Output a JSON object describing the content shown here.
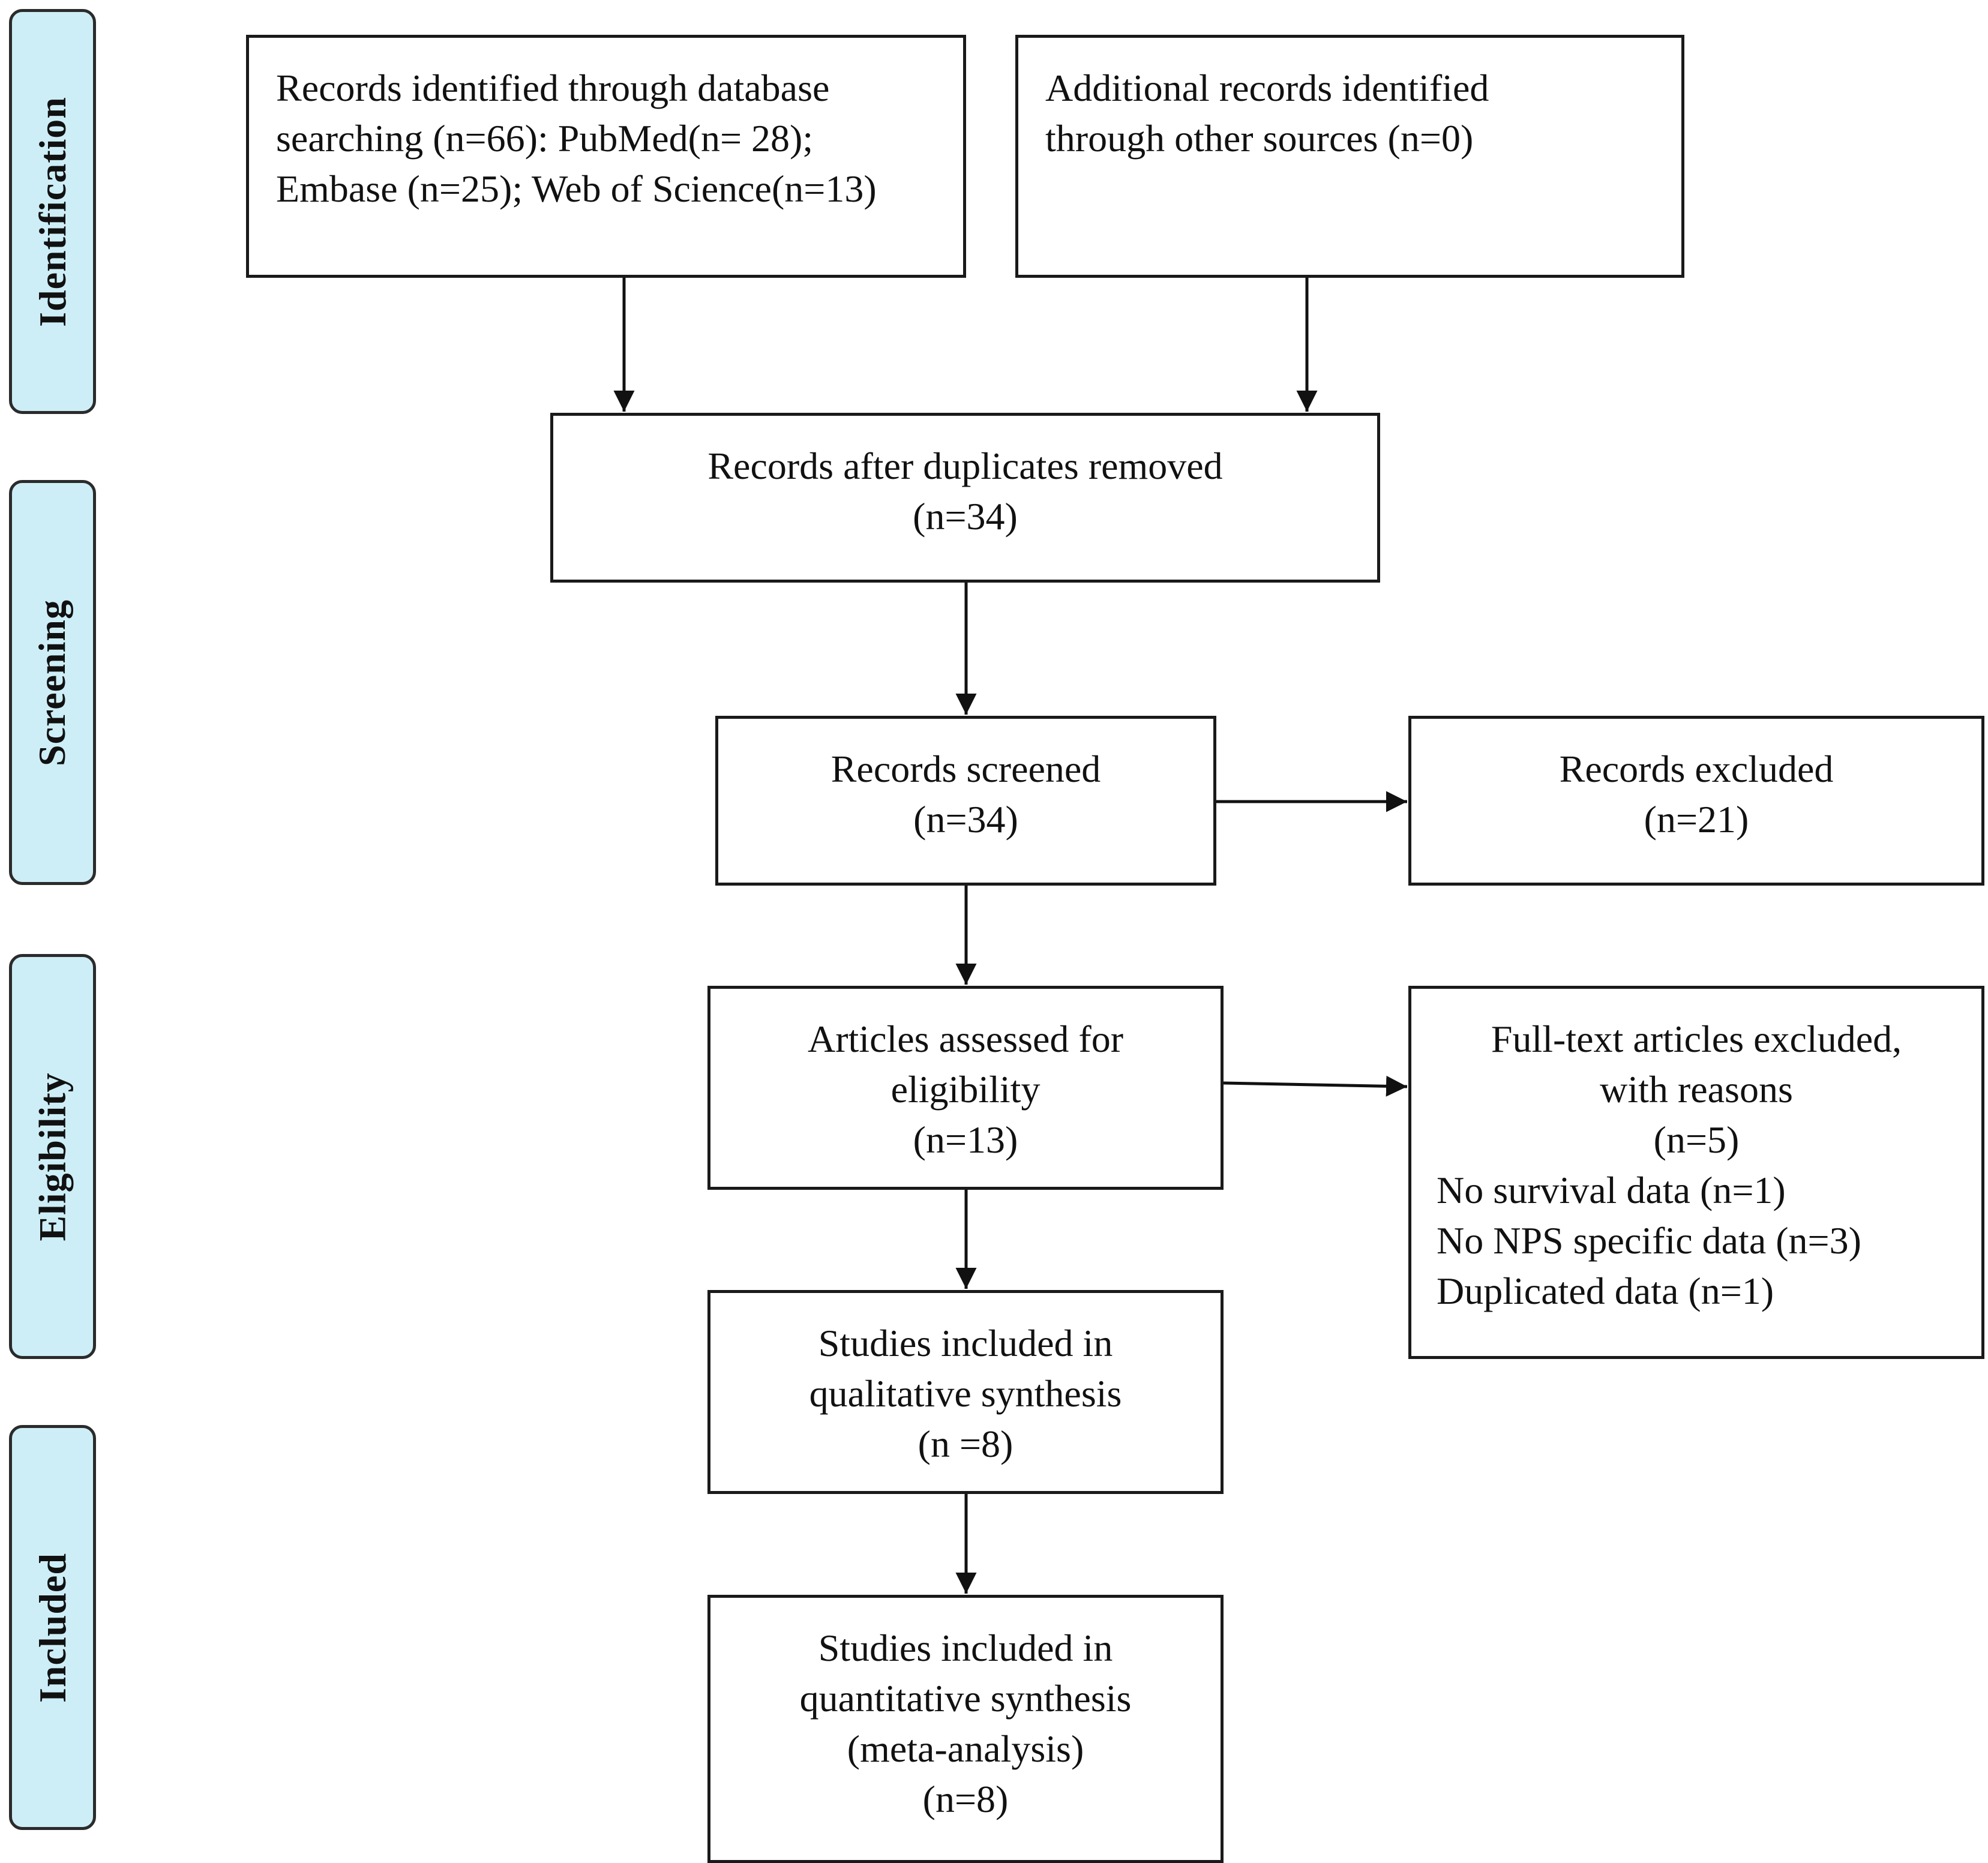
{
  "phases": {
    "identification": "Identification",
    "screening": "Screening",
    "eligibility": "Eligibility",
    "included": "Included"
  },
  "boxes": {
    "database_search": [
      "Records identified through database",
      "searching (n=66): PubMed(n= 28);",
      "Embase (n=25); Web of Science(n=13)"
    ],
    "other_sources": [
      "Additional records identified",
      "through other sources (n=0)"
    ],
    "duplicates_removed": [
      "Records after duplicates removed",
      "(n=34)"
    ],
    "screened": [
      "Records screened",
      "(n=34)"
    ],
    "excluded": [
      "Records excluded",
      "(n=21)"
    ],
    "eligibility": [
      "Articles assessed for",
      "eligibility",
      "(n=13)"
    ],
    "fulltext_excluded": {
      "header": [
        "Full-text articles excluded,",
        "with reasons",
        "(n=5)"
      ],
      "reasons": [
        "No survival data (n=1)",
        "No NPS specific data (n=3)",
        "Duplicated data (n=1)"
      ]
    },
    "qualitative": [
      "Studies included in",
      "qualitative synthesis",
      "(n =8)"
    ],
    "quantitative": [
      "Studies included in",
      "quantitative synthesis",
      "(meta-analysis)",
      "(n=8)"
    ]
  }
}
